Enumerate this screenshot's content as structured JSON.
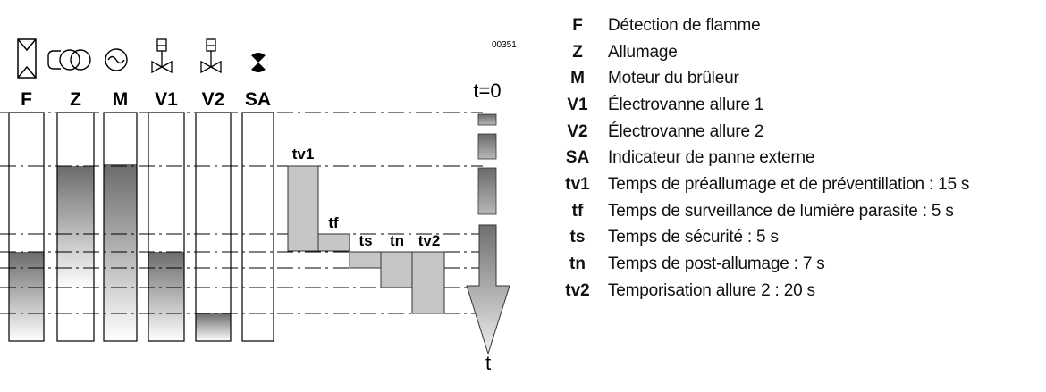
{
  "diagram": {
    "columns": [
      {
        "key": "F",
        "icon": "flame-detector-icon"
      },
      {
        "key": "Z",
        "icon": "ignition-transformer-icon"
      },
      {
        "key": "M",
        "icon": "motor-icon"
      },
      {
        "key": "V1",
        "icon": "valve-icon"
      },
      {
        "key": "V2",
        "icon": "valve-icon"
      },
      {
        "key": "SA",
        "icon": "alarm-lamp-icon"
      }
    ],
    "code": "00351",
    "t0_label": "t=0",
    "t_label": "t",
    "phases": [
      "tv1",
      "tf",
      "ts",
      "tn",
      "tv2"
    ]
  },
  "legend": [
    {
      "key": "F",
      "desc": "Détection de flamme"
    },
    {
      "key": "Z",
      "desc": "Allumage"
    },
    {
      "key": "M",
      "desc": "Moteur du brûleur"
    },
    {
      "key": "V1",
      "desc": "Électrovanne allure 1"
    },
    {
      "key": "V2",
      "desc": "Électrovanne allure 2"
    },
    {
      "key": "SA",
      "desc": "Indicateur de panne externe"
    },
    {
      "key": "tv1",
      "desc": "Temps de préallumage et de préventillation : 15 s"
    },
    {
      "key": "tf",
      "desc": "Temps de surveillance de lumière parasite : 5 s"
    },
    {
      "key": "ts",
      "desc": "Temps de sécurité : 5 s"
    },
    {
      "key": "tn",
      "desc": "Temps de post-allumage : 7 s"
    },
    {
      "key": "tv2",
      "desc": "Temporisation allure 2 : 20 s"
    }
  ]
}
